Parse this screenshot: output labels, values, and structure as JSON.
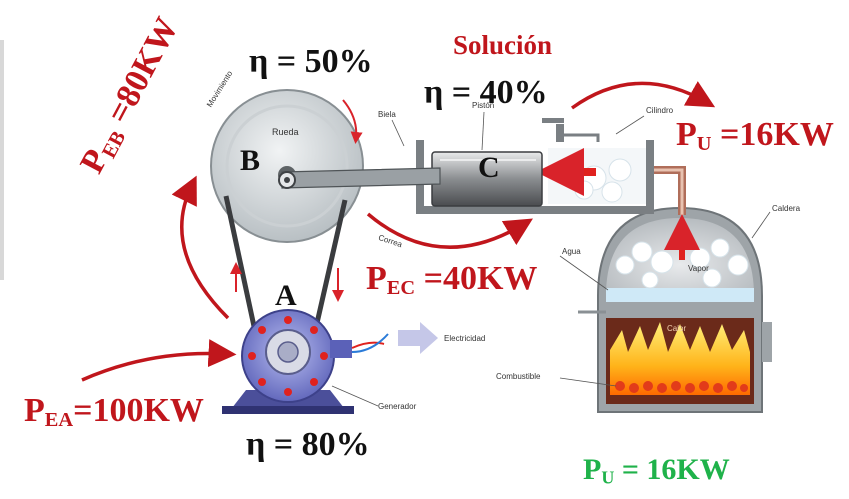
{
  "title": "Solución",
  "efficiency": {
    "wheel": "η = 50%",
    "piston": "η = 40%",
    "generator": "η = 80%"
  },
  "points": {
    "A": "A",
    "B": "B",
    "C": "C"
  },
  "powers": {
    "peb": {
      "base": "P",
      "sub": "EB",
      "rest": " =80KW"
    },
    "pec": {
      "base": "P",
      "sub": "EC",
      "rest": " =40KW"
    },
    "pea": {
      "base": "P",
      "sub": "EA",
      "rest": "=100KW"
    },
    "pu_top": {
      "base": "P",
      "sub": "U",
      "rest": " =16KW"
    },
    "pu_bottom": {
      "base": "P",
      "sub": "U",
      "rest": " = 16KW"
    }
  },
  "parts": {
    "movimiento": "Movimiento",
    "rueda": "Rueda",
    "biela": "Biela",
    "piston": "Pistón",
    "cilindro": "Cilindro",
    "caldera": "Caldera",
    "correa": "Correa",
    "agua": "Agua",
    "vapor": "Vapor",
    "calor": "Calor",
    "combustible": "Combustible",
    "electricidad": "Electricidad",
    "generador": "Generador"
  },
  "colors": {
    "red": "#c0161c",
    "green": "#1fb24a",
    "black": "#111111"
  }
}
